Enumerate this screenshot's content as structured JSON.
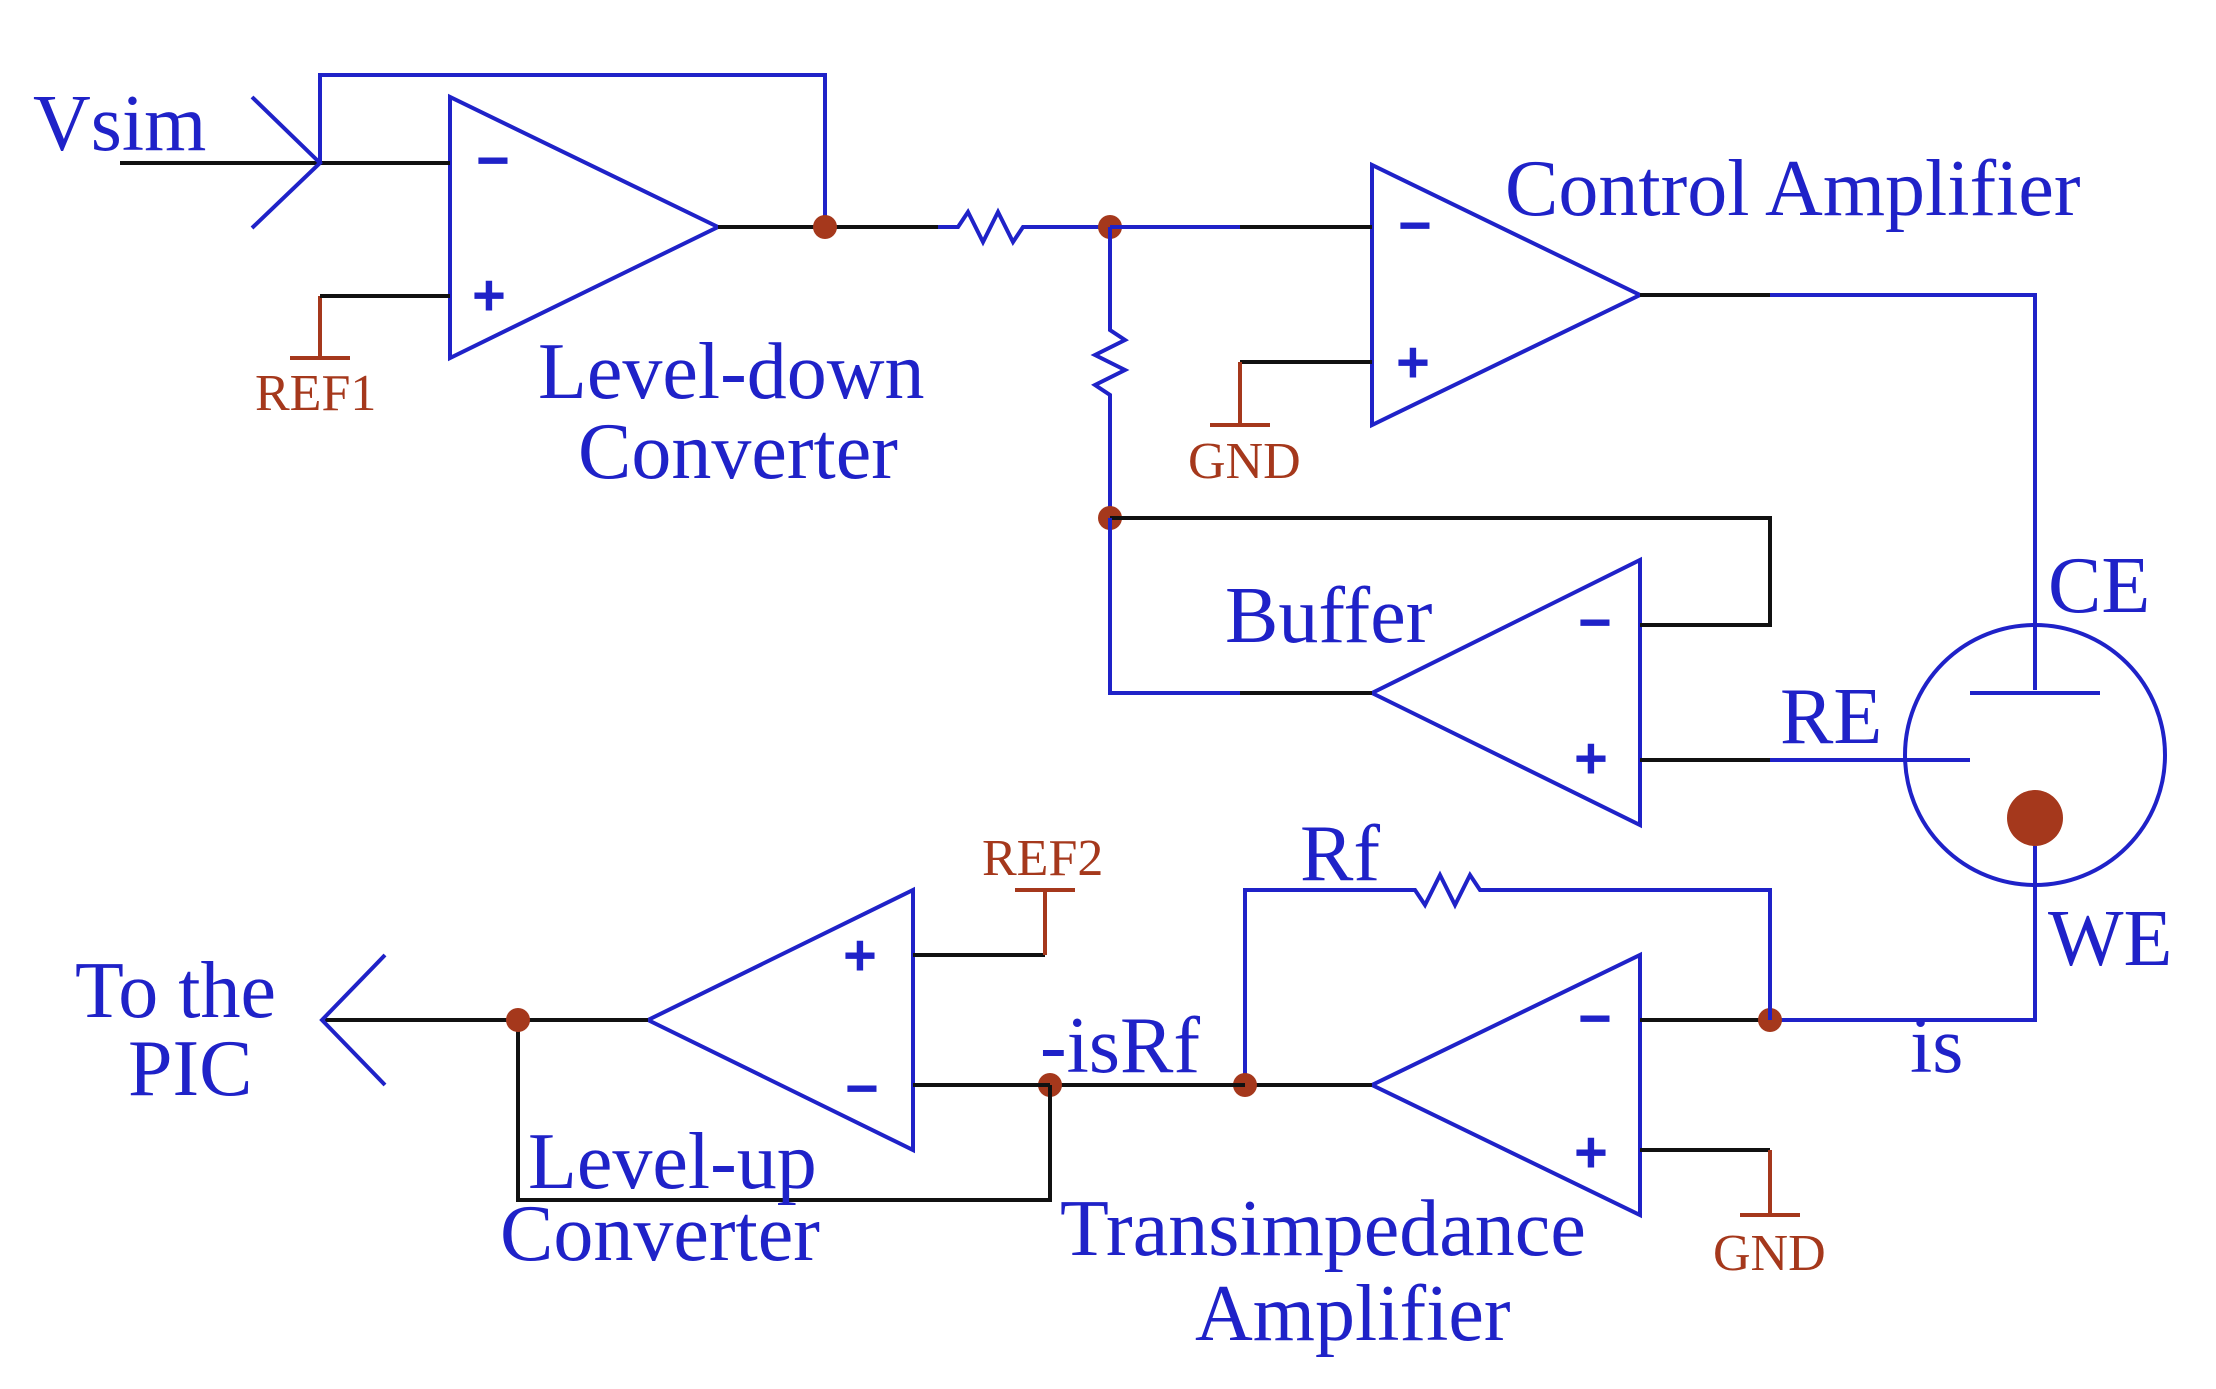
{
  "labels": {
    "vsim": "Vsim",
    "ref1": "REF1",
    "level_down_1": "Level-down",
    "level_down_2": "Converter",
    "control_amp": "Control Amplifier",
    "gnd_top": "GND",
    "buffer": "Buffer",
    "ce": "CE",
    "re": "RE",
    "we": "WE",
    "rf": "Rf",
    "ref2": "REF2",
    "to_the": "To the",
    "pic": "PIC",
    "neg_is_rf": "-isRf",
    "is": "is",
    "level_up_1": "Level-up",
    "level_up_2": "Converter",
    "transimpedance": "Transimpedance",
    "amplifier": "Amplifier",
    "gnd_bottom": "GND"
  },
  "opamps": [
    {
      "name": "level-down-converter",
      "top_input": "-",
      "bottom_input": "+"
    },
    {
      "name": "control-amplifier",
      "top_input": "-",
      "bottom_input": "+"
    },
    {
      "name": "buffer",
      "top_input": "-",
      "bottom_input": "+"
    },
    {
      "name": "transimpedance-amplifier",
      "top_input": "-",
      "bottom_input": "+"
    },
    {
      "name": "level-up-converter",
      "top_input": "+",
      "bottom_input": "-"
    }
  ],
  "signs": {
    "minus": "−",
    "plus": "+"
  },
  "colors": {
    "wire": "#1f22c8",
    "lead": "#111111",
    "node": "#a5381c",
    "ref_label": "#a5381c"
  }
}
